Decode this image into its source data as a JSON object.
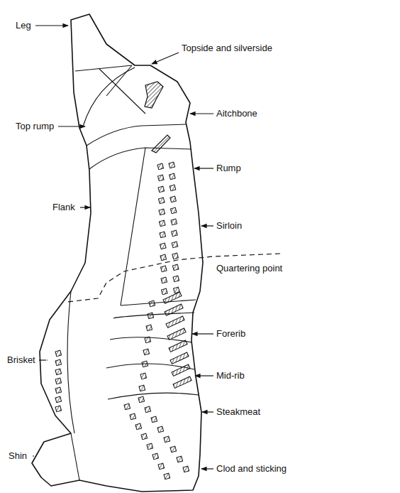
{
  "diagram": {
    "labels": [
      "Leg",
      "Topside and silverside",
      "Top rump",
      "Aitchbone",
      "Rump",
      "Flank",
      "Sirloin",
      "Quartering point",
      "Brisket",
      "Forerib",
      "Mid-rib",
      "Steakmeat",
      "Shin",
      "Clod and sticking"
    ]
  }
}
